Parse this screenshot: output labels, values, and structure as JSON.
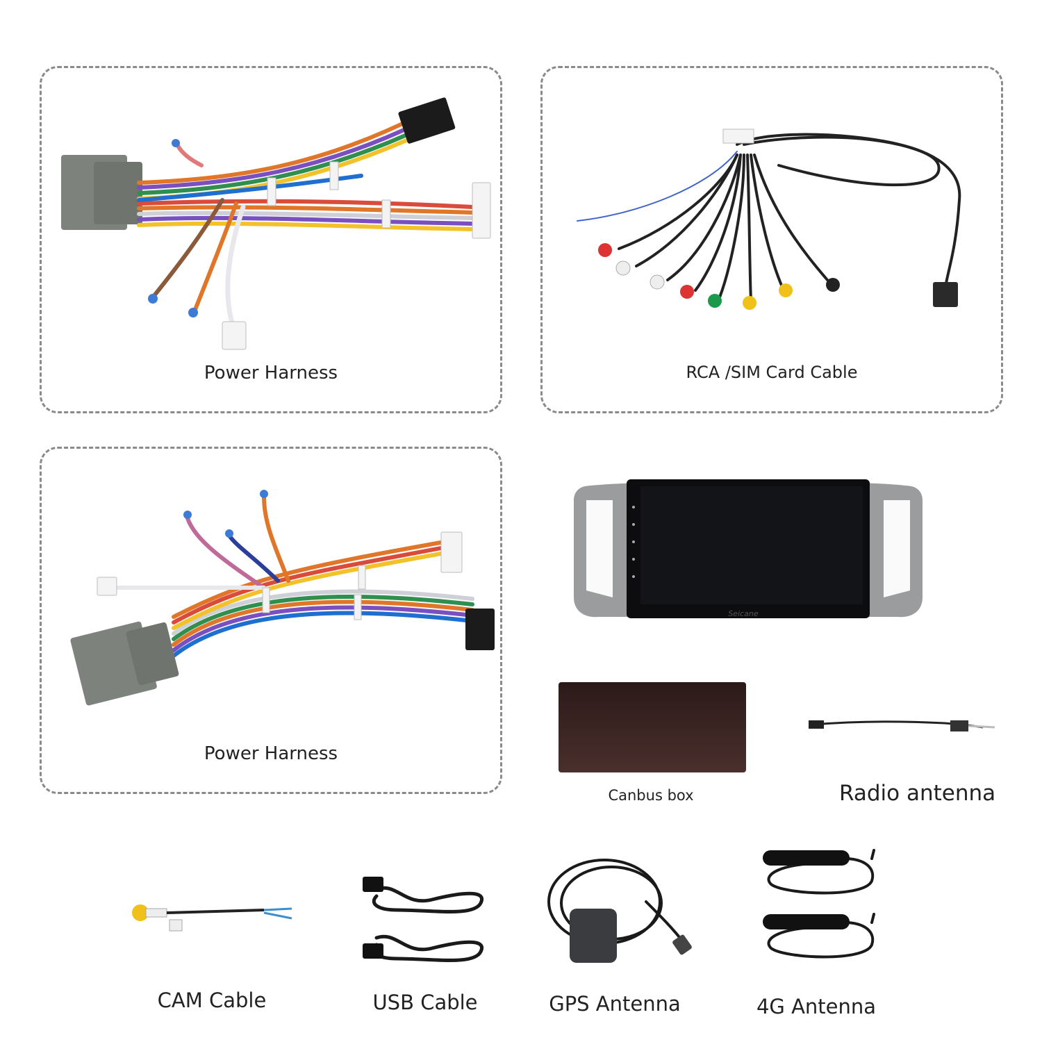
{
  "items": {
    "power_harness_1": {
      "label": "Power Harness"
    },
    "rca_sim_cable": {
      "label": "RCA /SIM Card Cable"
    },
    "power_harness_2": {
      "label": "Power Harness"
    },
    "canbus_box": {
      "label": "Canbus box"
    },
    "radio_antenna": {
      "label": "Radio antenna"
    },
    "cam_cable": {
      "label": "CAM Cable"
    },
    "usb_cable": {
      "label": "USB Cable"
    },
    "gps_antenna": {
      "label": "GPS Antenna"
    },
    "antenna_4g": {
      "label": "4G Antenna"
    }
  },
  "radio_unit": {
    "brand": "Seicane"
  },
  "colors": {
    "border": "#8a8a8a",
    "connector_gray": "#7d827d",
    "connector_black": "#1b1b1b",
    "bezel": "#9a9c9e",
    "screen": "#121417"
  }
}
